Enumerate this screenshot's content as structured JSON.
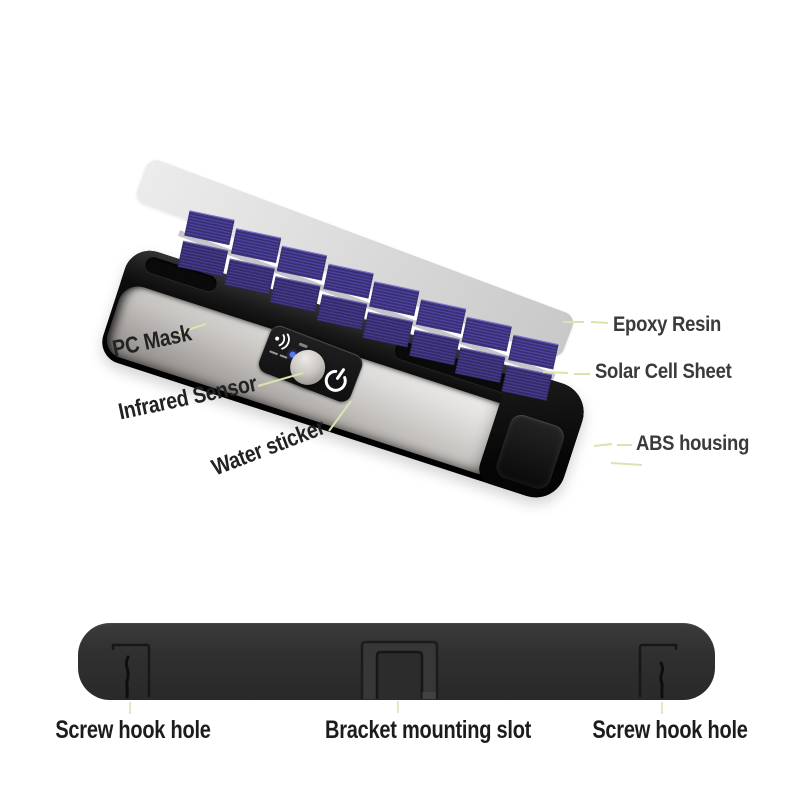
{
  "diagram": {
    "background": "#ffffff",
    "views": [
      "exploded-product-view",
      "bottom-underside-view"
    ]
  },
  "product": {
    "solar_cell_segments": 8,
    "cells_per_segment": 2
  },
  "annotations": {
    "left": [
      {
        "id": "pc_mask",
        "label": "PC Mask"
      },
      {
        "id": "infrared_sensor",
        "label": "Infrared Sensor"
      },
      {
        "id": "water_sticker",
        "label": "Water sticker"
      }
    ],
    "right": [
      {
        "id": "epoxy_resin",
        "label": "Epoxy Resin"
      },
      {
        "id": "solar_cell_sheet",
        "label": "Solar Cell Sheet"
      },
      {
        "id": "abs_housing",
        "label": "ABS housing"
      }
    ],
    "bottom": [
      {
        "id": "screw_hook_hole_left",
        "label": "Screw hook hole"
      },
      {
        "id": "bracket_mounting_slot",
        "label": "Bracket mounting slot"
      },
      {
        "id": "screw_hook_hole_right",
        "label": "Screw hook hole"
      }
    ]
  },
  "icons": {
    "sensor_waves": "signal-waves-icon",
    "infrared_dome": "infrared-sensor-dome",
    "power": "power-icon",
    "led": "led-indicator"
  },
  "colors": {
    "leader_line": "#dde3ae",
    "solar_cell": "#4c41a0",
    "solar_cell_line": "#37306f",
    "solar_stripe": "#c6c6ca",
    "housing_black": "#101010",
    "mask_silver": "#c9c6c3",
    "bottom_bar": "#303030",
    "led_blue": "#5b79ff",
    "label_text": "#222222",
    "epoxy_gray": "#d9d9d9"
  }
}
